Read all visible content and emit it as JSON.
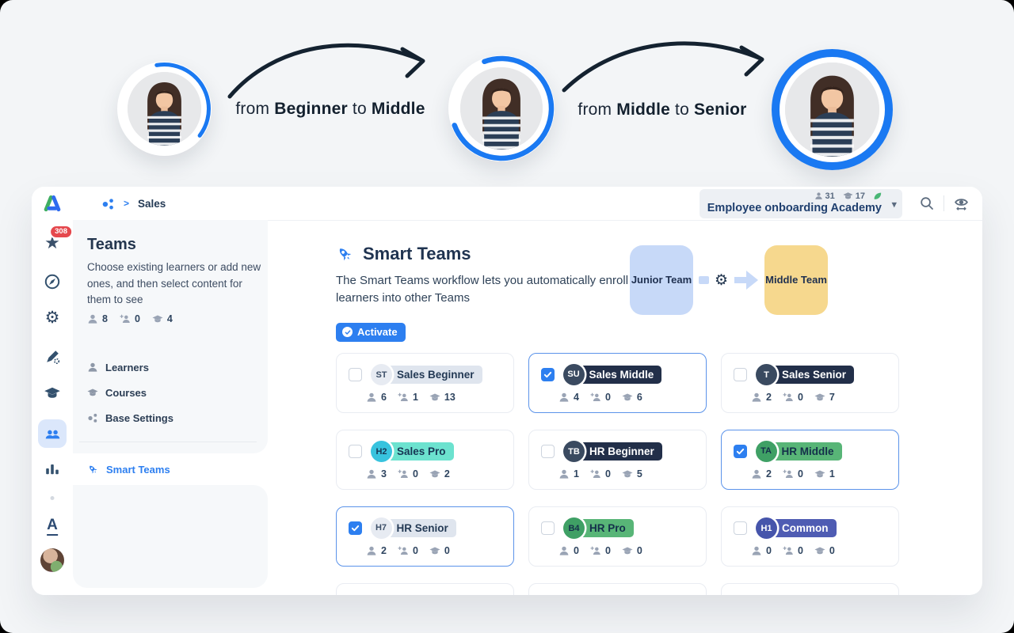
{
  "hero": {
    "transitions": [
      {
        "word_from": "from",
        "level_from": "Beginner",
        "word_to": "to",
        "level_to": "Middle"
      },
      {
        "word_from": "from",
        "level_from": "Middle",
        "word_to": "to",
        "level_to": "Senior"
      }
    ]
  },
  "header": {
    "breadcrumb_sep": ">",
    "breadcrumb": "Sales",
    "academy": {
      "name": "Employee onboarding Academy",
      "learners": "31",
      "courses": "17"
    }
  },
  "sidebar": {
    "notifications_badge": "308",
    "letter_item": "A"
  },
  "teams_panel": {
    "title": "Teams",
    "description": "Choose existing learners or add new ones, and then select content for them to see",
    "stats": {
      "learners": "8",
      "invited": "0",
      "courses": "4"
    },
    "menu": [
      {
        "label": "Learners"
      },
      {
        "label": "Courses"
      },
      {
        "label": "Base Settings"
      }
    ],
    "active_item": {
      "label": "Smart Teams"
    }
  },
  "main": {
    "title": "Smart Teams",
    "description": "The Smart Teams workflow lets you automatically enroll learners into other Teams",
    "activate_label": "Activate",
    "illustration": {
      "left_label": "Junior Team",
      "right_label": "Middle Team"
    },
    "cards": [
      {
        "code": "ST",
        "name": "Sales Beginner",
        "checked": false,
        "theme": "gray",
        "learners": "6",
        "invited": "1",
        "courses": "13"
      },
      {
        "code": "SU",
        "name": "Sales Middle",
        "checked": true,
        "theme": "dark",
        "learners": "4",
        "invited": "0",
        "courses": "6"
      },
      {
        "code": "T",
        "name": "Sales Senior",
        "checked": false,
        "theme": "dark",
        "learners": "2",
        "invited": "0",
        "courses": "7"
      },
      {
        "code": "H2",
        "name": "Sales Pro",
        "checked": false,
        "theme": "teal",
        "learners": "3",
        "invited": "0",
        "courses": "2"
      },
      {
        "code": "TB",
        "name": "HR Beginner",
        "checked": false,
        "theme": "dark",
        "learners": "1",
        "invited": "0",
        "courses": "5"
      },
      {
        "code": "TA",
        "name": "HR Middle",
        "checked": true,
        "theme": "green",
        "learners": "2",
        "invited": "0",
        "courses": "1"
      },
      {
        "code": "H7",
        "name": "HR Senior",
        "checked": true,
        "theme": "gray",
        "learners": "2",
        "invited": "0",
        "courses": "0"
      },
      {
        "code": "B4",
        "name": "HR Pro",
        "checked": false,
        "theme": "green",
        "learners": "0",
        "invited": "0",
        "courses": "0"
      },
      {
        "code": "H1",
        "name": "Common",
        "checked": false,
        "theme": "indigo",
        "learners": "0",
        "invited": "0",
        "courses": "0"
      }
    ]
  },
  "glyphs": {
    "gear": "⚙",
    "star": "★",
    "chevron_down": "▾"
  },
  "colors": {
    "accent": "#2d7ff0",
    "navy": "#22374f",
    "selected_border": "#5b93ea",
    "page_bg": "#f3f5f7",
    "panel_bg": "#f6f8fa",
    "badge_red": "#e5484d"
  }
}
